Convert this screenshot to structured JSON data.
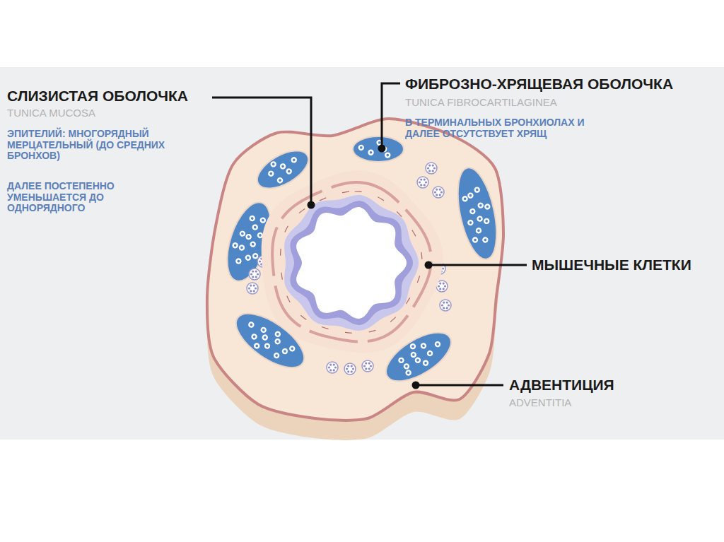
{
  "diagram": {
    "labels": [
      "СЛИЗИСТАЯ ОБОЛОЧКА",
      "TUNICA MUCOSA",
      "ЭПИТЕЛИЙ: МНОГОРЯДНЫЙ МЕРЦАТЕЛЬНЫЙ (ДО СРЕДНИХ БРОНХОВ)",
      "ДАЛЕЕ ПОСТЕПЕННО УМЕНЬШАЕТСЯ ДО ОДНОРЯДНОГО",
      "ФИБРОЗНО-ХРЯЩЕВАЯ ОБОЛОЧКА",
      "TUNICA FIBROCARTILAGINEA",
      "В ТЕРМИНАЛЬНЫХ БРОНХИОЛАХ И ДАЛЕЕ ОТСУТСТВУЕТ ХРЯЩ",
      "МЫШЕЧНЫЕ КЛЕТКИ",
      "АДВЕНТИЦИЯ",
      "ADVENTITIA"
    ]
  }
}
